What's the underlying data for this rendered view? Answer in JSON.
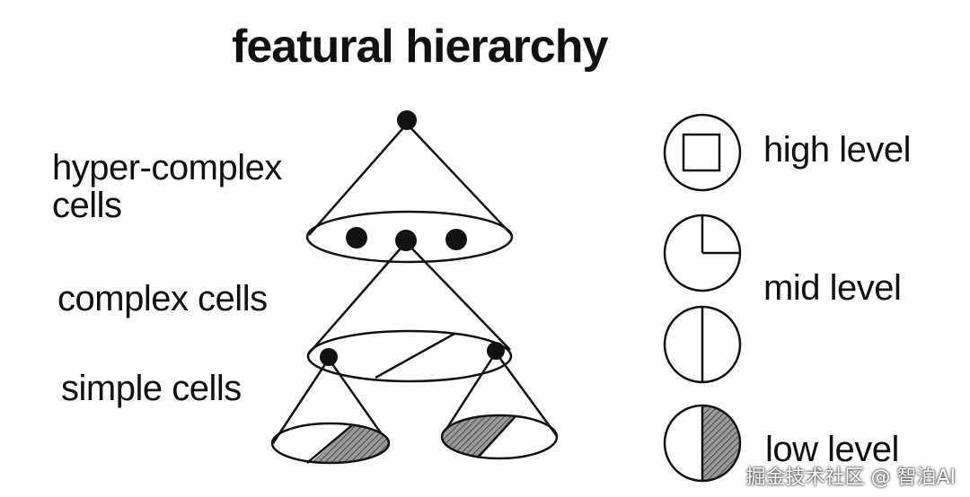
{
  "title": "featural hierarchy",
  "left_labels": {
    "hyper_complex": "hyper-complex",
    "hyper_complex_line2": "cells",
    "complex": "complex cells",
    "simple": "simple cells"
  },
  "legend": {
    "high": "high level",
    "mid": "mid level",
    "low": "low level"
  },
  "watermark": "掘金技术社区 @ 智泊AI",
  "colors": {
    "ink": "#111111",
    "hatch": "#888888",
    "background": "#ffffff"
  }
}
